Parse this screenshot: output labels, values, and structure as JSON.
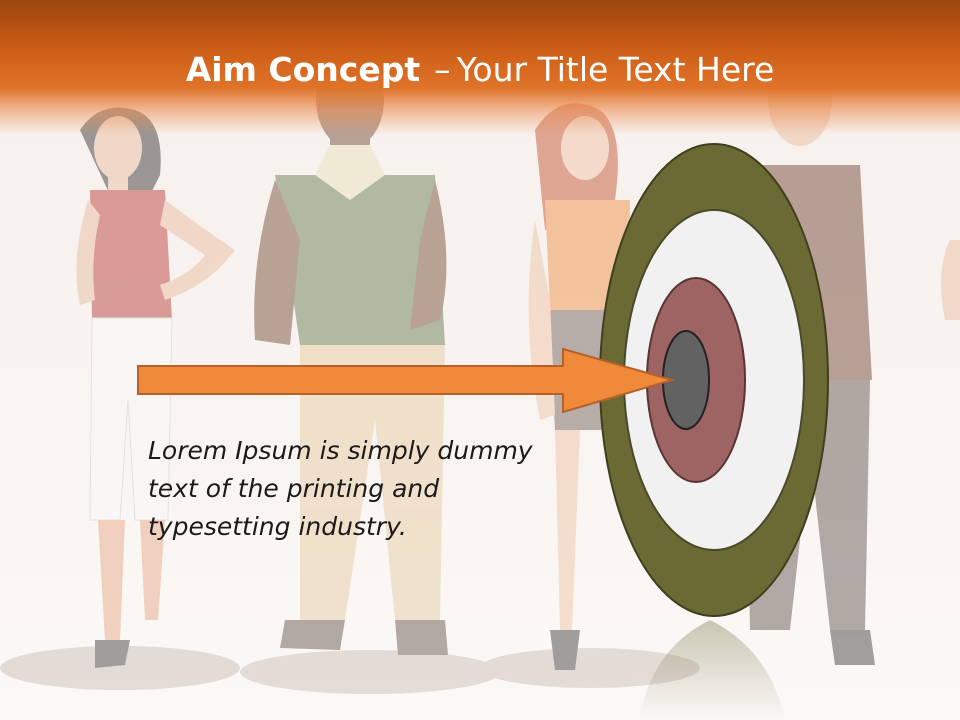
{
  "title": {
    "bold": "Aim Concept",
    "separator": "–",
    "rest": "Your Title Text Here"
  },
  "body_text": "Lorem Ipsum is simply dummy text of the printing and typesetting industry.",
  "colors": {
    "header_dark": "#9c4510",
    "header_light": "#df7328",
    "arrow": "#ee8a3a",
    "target_outer": "#6b6a34",
    "target_white": "#f1f1f1",
    "target_red": "#9e6464",
    "target_center": "#626262"
  },
  "icons": [
    "target-icon",
    "arrow-icon"
  ]
}
